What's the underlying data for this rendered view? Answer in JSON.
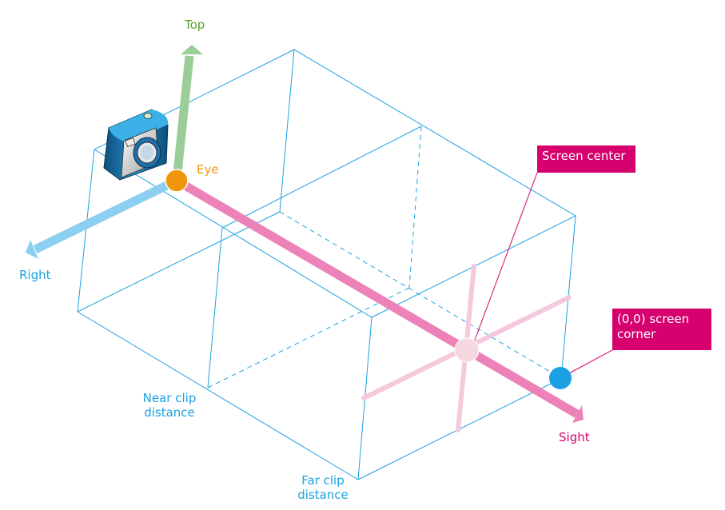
{
  "labels": {
    "top": "Top",
    "eye": "Eye",
    "right": "Right",
    "sight": "Sight",
    "near_clip": "Near clip distance",
    "far_clip": "Far clip distance"
  },
  "callouts": {
    "screen_center": "Screen center",
    "screen_corner": "(0,0) screen corner"
  },
  "icons": {
    "camera": "camera-icon"
  },
  "colors": {
    "frustum": "#1ba1e2",
    "top_axis": "#9acd98",
    "right_axis": "#8ccff0",
    "sight_axis": "#ec82b8",
    "eye": "#f0960e",
    "screen_center": "#f4d9e3",
    "screen_corner": "#1ba1e2",
    "callout": "#d6006e"
  }
}
